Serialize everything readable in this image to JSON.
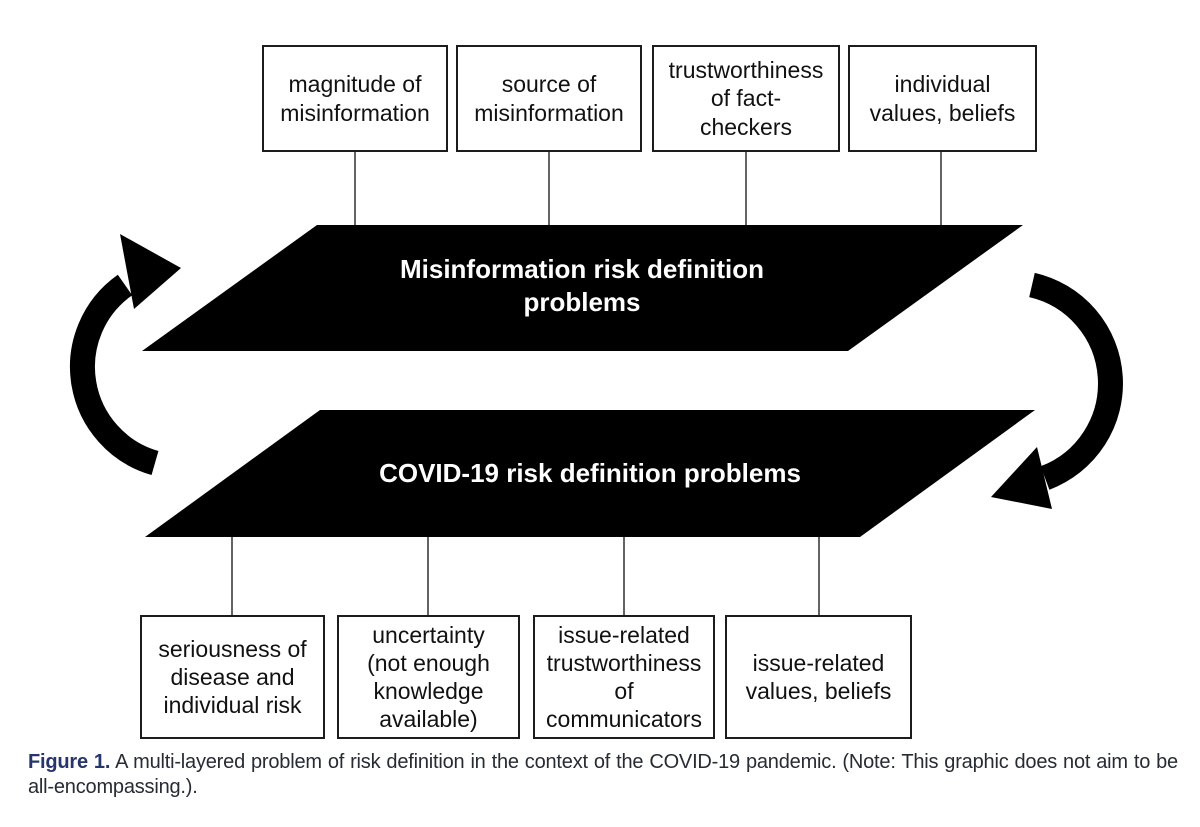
{
  "figure": {
    "top_boxes": [
      {
        "label": "magnitude of\nmisinformation"
      },
      {
        "label": "source of\nmisinformation"
      },
      {
        "label": "trustworthiness\nof fact-\ncheckers"
      },
      {
        "label": "individual\nvalues, beliefs"
      }
    ],
    "layers": [
      {
        "label": "Misinformation risk definition\nproblems"
      },
      {
        "label": "COVID-19 risk definition problems"
      }
    ],
    "bottom_boxes": [
      {
        "label": "seriousness of\ndisease and\nindividual risk"
      },
      {
        "label": "uncertainty\n(not enough\nknowledge\navailable)"
      },
      {
        "label": "issue-related\ntrustworthiness\nof\ncommunicators"
      },
      {
        "label": "issue-related\nvalues, beliefs"
      }
    ],
    "colors": {
      "shape_fill": "#000000",
      "shape_text": "#ffffff",
      "box_border": "#1c1c1c",
      "box_text": "#111111",
      "connector": "#3d3d3d",
      "caption_label": "#26356b",
      "caption_text": "#272b33",
      "background": "#ffffff"
    }
  },
  "caption": {
    "label": "Figure 1.",
    "text": "A multi-layered problem of risk definition in the context of the COVID-19 pandemic. (Note: This graphic does not aim to be all-encompassing.)."
  }
}
